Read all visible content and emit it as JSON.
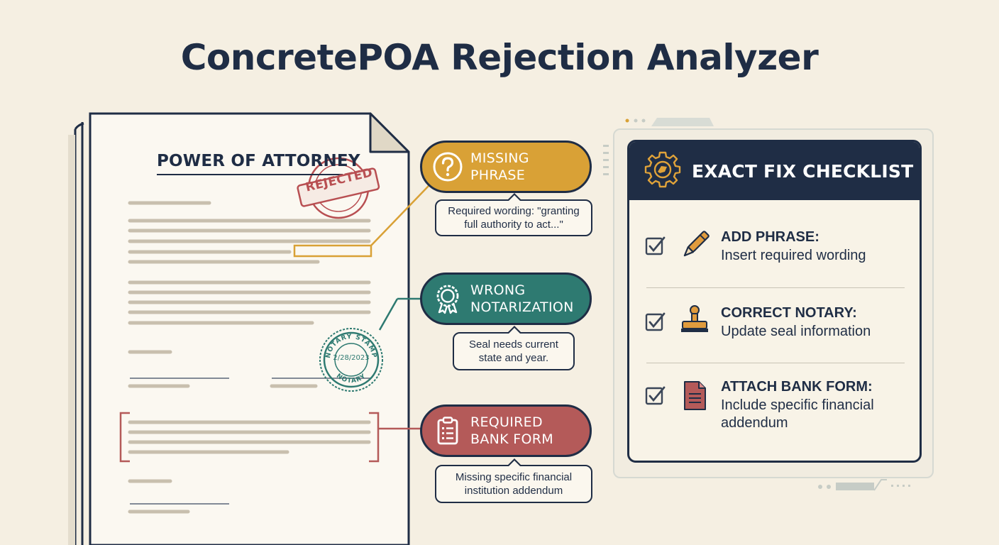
{
  "title": "ConcretePOA Rejection Analyzer",
  "document": {
    "heading": "POWER OF ATTORNEY",
    "stamp_label": "REJECTED",
    "notary_stamp": {
      "top_text": "NOTARY STAMP",
      "date": "2/28/2023",
      "bottom_text": "NOTARY"
    }
  },
  "issues": [
    {
      "icon": "question-icon",
      "label": "MISSING\nPHRASE",
      "detail": "Required wording: \"granting full authority to act...\"",
      "color": "#d9a136"
    },
    {
      "icon": "seal-icon",
      "label": "WRONG\nNOTARIZATION",
      "detail": "Seal needs current state and year.",
      "color": "#2e7a71"
    },
    {
      "icon": "clipboard-icon",
      "label": "REQUIRED\nBANK FORM",
      "detail": "Missing specific financial institution addendum",
      "color": "#b45a59"
    }
  ],
  "checklist": {
    "header_icon": "gear-icon",
    "title": "EXACT FIX CHECKLIST",
    "items": [
      {
        "icon": "pen-icon",
        "title": "ADD PHRASE:",
        "description": "Insert required wording"
      },
      {
        "icon": "stamp-icon",
        "title": "CORRECT NOTARY:",
        "description": "Update seal information"
      },
      {
        "icon": "document-icon",
        "title": "ATTACH BANK FORM:",
        "description": "Include specific financial addendum"
      }
    ]
  },
  "colors": {
    "navy": "#1f2d45",
    "background": "#f5efe2",
    "amber": "#d9a136",
    "teal": "#2e7a71",
    "rose": "#b45a59"
  }
}
